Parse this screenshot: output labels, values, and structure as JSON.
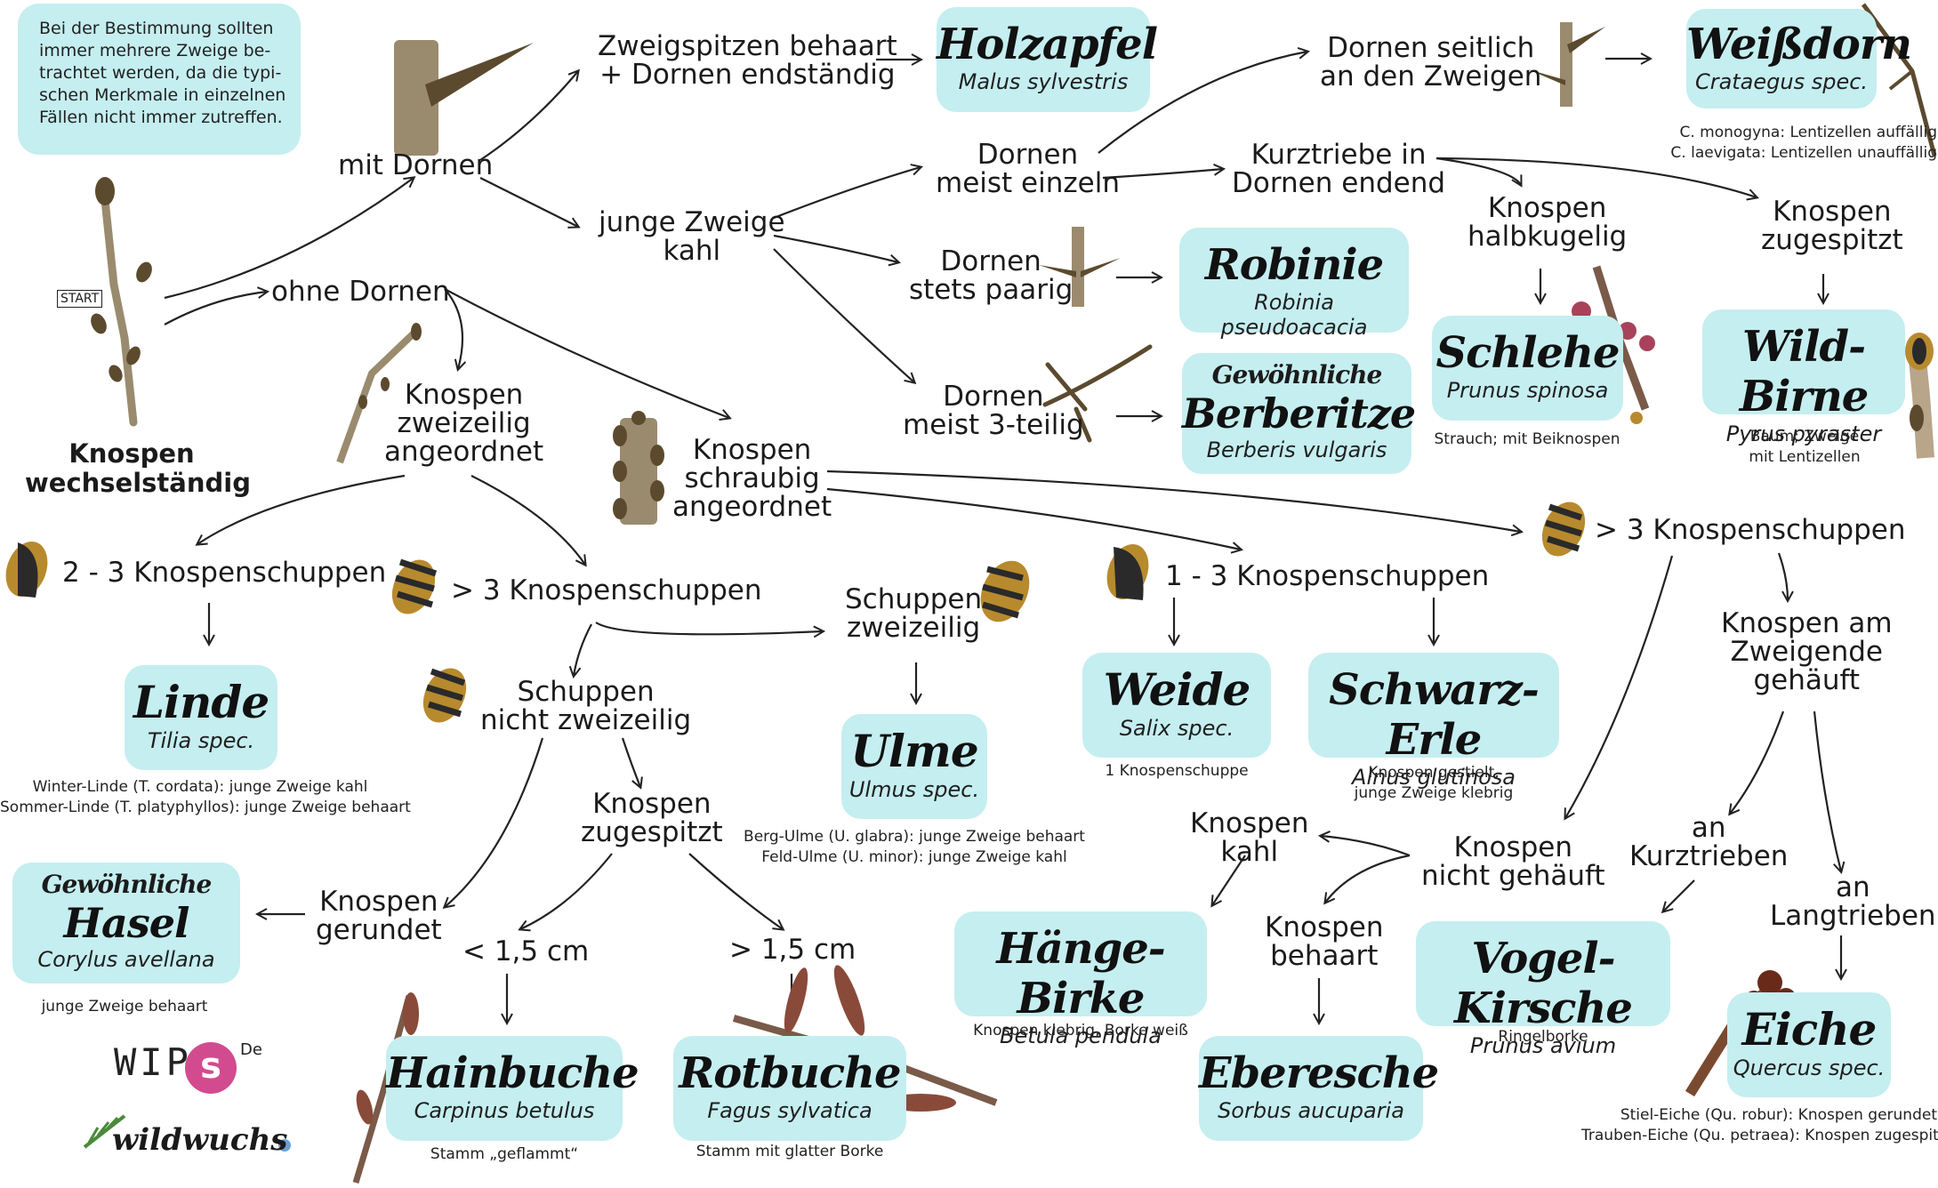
{
  "info": [
    "Bei der Bestimmung sollten",
    "immer mehrere Zweige be-",
    "trachtet werden, da die typi-",
    "schen Merkmale in einzelnen",
    "Fällen nicht immer zutreffen."
  ],
  "start_label": "START",
  "main_title": [
    "Knospen",
    "wechselständig"
  ],
  "nodes": {
    "mit_dornen": [
      "mit Dornen"
    ],
    "ohne_dornen": [
      "ohne Dornen"
    ],
    "zweigspitzen": [
      "Zweigspitzen behaart",
      "+ Dornen endständig"
    ],
    "junge_zweige_kahl": [
      "junge Zweige",
      "kahl"
    ],
    "dornen_meist_einzeln": [
      "Dornen",
      "meist einzeln"
    ],
    "dornen_seitlich": [
      "Dornen seitlich",
      "an den Zweigen"
    ],
    "kurztriebe_dornen": [
      "Kurztriebe in",
      "Dornen endend"
    ],
    "knospen_halbkugelig": [
      "Knospen",
      "halbkugelig"
    ],
    "knospen_zugespitzt_top": [
      "Knospen",
      "zugespitzt"
    ],
    "dornen_stets_paarig": [
      "Dornen",
      "stets paarig"
    ],
    "dornen_3teilig": [
      "Dornen",
      "meist 3-teilig"
    ],
    "knospen_zweizeilig": [
      "Knospen",
      "zweizeilig",
      "angeordnet"
    ],
    "knospen_schraubig": [
      "Knospen",
      "schraubig",
      "angeordnet"
    ],
    "ks_2_3": [
      "2 - 3 Knospenschuppen"
    ],
    "ks_gt3_left": [
      "> 3 Knospenschuppen"
    ],
    "schuppen_zweizeilig": [
      "Schuppen",
      "zweizeilig"
    ],
    "schuppen_nicht_zweizeilig": [
      "Schuppen",
      "nicht zweizeilig"
    ],
    "knospen_zugespitzt_mid": [
      "Knospen",
      "zugespitzt"
    ],
    "knospen_gerundet": [
      "Knospen",
      "gerundet"
    ],
    "lt_15": [
      "< 1,5 cm"
    ],
    "gt_15": [
      "> 1,5 cm"
    ],
    "ks_1_3": [
      "1 - 3 Knospenschuppen"
    ],
    "ks_gt3_right": [
      "> 3 Knospenschuppen"
    ],
    "knospen_am_zweigende": [
      "Knospen am",
      "Zweigende",
      "gehäuft"
    ],
    "knospen_nicht_gehaeuft": [
      "Knospen",
      "nicht gehäuft"
    ],
    "knospen_kahl": [
      "Knospen",
      "kahl"
    ],
    "knospen_behaart": [
      "Knospen",
      "behaart"
    ],
    "an_kurztrieben": [
      "an",
      "Kurztrieben"
    ],
    "an_langtrieben": [
      "an",
      "Langtrieben"
    ]
  },
  "species": {
    "holzapfel": {
      "pre": "",
      "name": "Holzapfel",
      "sci": "Malus sylvestris"
    },
    "weissdorn": {
      "pre": "",
      "name": "Weißdorn",
      "sci": "Crataegus spec."
    },
    "robinie": {
      "pre": "",
      "name": "Robinie",
      "sci": "Robinia pseudoacacia"
    },
    "berberitze": {
      "pre": "Gewöhnliche",
      "name": "Berberitze",
      "sci": "Berberis vulgaris"
    },
    "schlehe": {
      "pre": "",
      "name": "Schlehe",
      "sci": "Prunus spinosa"
    },
    "wildbirne": {
      "pre": "",
      "name": "Wild-Birne",
      "sci": "Pyrus pyraster"
    },
    "linde": {
      "pre": "",
      "name": "Linde",
      "sci": "Tilia spec."
    },
    "ulme": {
      "pre": "",
      "name": "Ulme",
      "sci": "Ulmus spec."
    },
    "weide": {
      "pre": "",
      "name": "Weide",
      "sci": "Salix spec."
    },
    "schwarzerle": {
      "pre": "",
      "name": "Schwarz-Erle",
      "sci": "Alnus glutinosa"
    },
    "hasel": {
      "pre": "Gewöhnliche",
      "name": "Hasel",
      "sci": "Corylus avellana"
    },
    "haengebirke": {
      "pre": "",
      "name": "Hänge-Birke",
      "sci": "Betula pendula"
    },
    "vogelkirsche": {
      "pre": "",
      "name": "Vogel-Kirsche",
      "sci": "Prunus avium"
    },
    "eiche": {
      "pre": "",
      "name": "Eiche",
      "sci": "Quercus spec."
    },
    "hainbuche": {
      "pre": "",
      "name": "Hainbuche",
      "sci": "Carpinus betulus"
    },
    "rotbuche": {
      "pre": "",
      "name": "Rotbuche",
      "sci": "Fagus sylvatica"
    },
    "eberesche": {
      "pre": "",
      "name": "Eberesche",
      "sci": "Sorbus aucuparia"
    }
  },
  "notes": {
    "weissdorn": [
      "C. monogyna: Lentizellen auffällig",
      "C. laevigata: Lentizellen unauffällig"
    ],
    "schlehe": [
      "Strauch; mit Beiknospen"
    ],
    "wildbirne": [
      "Baum; Zweige",
      "mit Lentizellen"
    ],
    "linde": [
      "Winter-Linde (T. cordata): junge Zweige kahl",
      "Sommer-Linde (T. platyphyllos): junge Zweige behaart"
    ],
    "ulme": [
      "Berg-Ulme (U. glabra): junge Zweige behaart",
      "Feld-Ulme (U. minor): junge Zweige kahl"
    ],
    "weide": [
      "1 Knospenschuppe"
    ],
    "schwarzerle": [
      "Knospen gestielt,",
      "junge Zweige klebrig"
    ],
    "hasel": [
      "junge Zweige behaart"
    ],
    "haengebirke": [
      "Knospen klebrig, Borke weiß"
    ],
    "vogelkirsche": [
      "Ringelborke"
    ],
    "eiche": [
      "Stiel-Eiche (Qu. robur): Knospen gerundet",
      "Trauben-Eiche (Qu. petraea): Knospen zugespitzt"
    ],
    "hainbuche": [
      "Stamm „geflammt“"
    ],
    "rotbuche": [
      "Stamm mit glatter Borke"
    ]
  },
  "logos": {
    "wips_text": "WIP",
    "wips_s": "s",
    "wips_de": "De",
    "wildwuchs": "wildwuchs"
  },
  "colors": {
    "card": "#c5eef0",
    "twig": "#9a8b6e",
    "bud": "#5b4a2e",
    "scale_gold": "#b88a2e",
    "reddish": "#8a4a3a"
  }
}
